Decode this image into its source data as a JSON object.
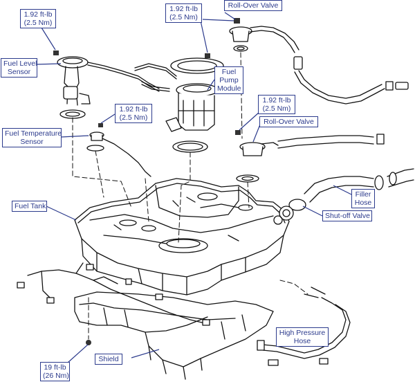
{
  "colors": {
    "line": "#111111",
    "label_border": "#2b3a8c",
    "label_text": "#2b3a8c",
    "background": "#ffffff"
  },
  "labels": {
    "torque_fuel_level": [
      "1.92 ft-lb",
      "(2.5 Nm)"
    ],
    "fuel_level_sensor": [
      "Fuel Level",
      "Sensor"
    ],
    "torque_pump": [
      "1.92 ft-lb",
      "(2.5 Nm)"
    ],
    "roll_over_valve_top": [
      "Roll-Over Valve"
    ],
    "fuel_pump_module": [
      "Fuel",
      "Pump",
      "Module"
    ],
    "torque_temp": [
      "1.92 ft-lb",
      "(2.5 Nm)"
    ],
    "fuel_temperature_sensor": [
      "Fuel Temperature",
      "Sensor"
    ],
    "torque_rollover": [
      "1.92 ft-lb",
      "(2.5 Nm)"
    ],
    "roll_over_valve_mid": [
      "Roll-Over Valve"
    ],
    "fuel_tank": [
      "Fuel Tank"
    ],
    "filler_hose": [
      "Filler",
      "Hose"
    ],
    "shut_off_valve": [
      "Shut-off Valve"
    ],
    "high_pressure_hose": [
      "High Pressure",
      "Hose"
    ],
    "shield": [
      "Shield"
    ],
    "torque_shield": [
      "19 ft-lb",
      "(26 Nm)"
    ]
  }
}
